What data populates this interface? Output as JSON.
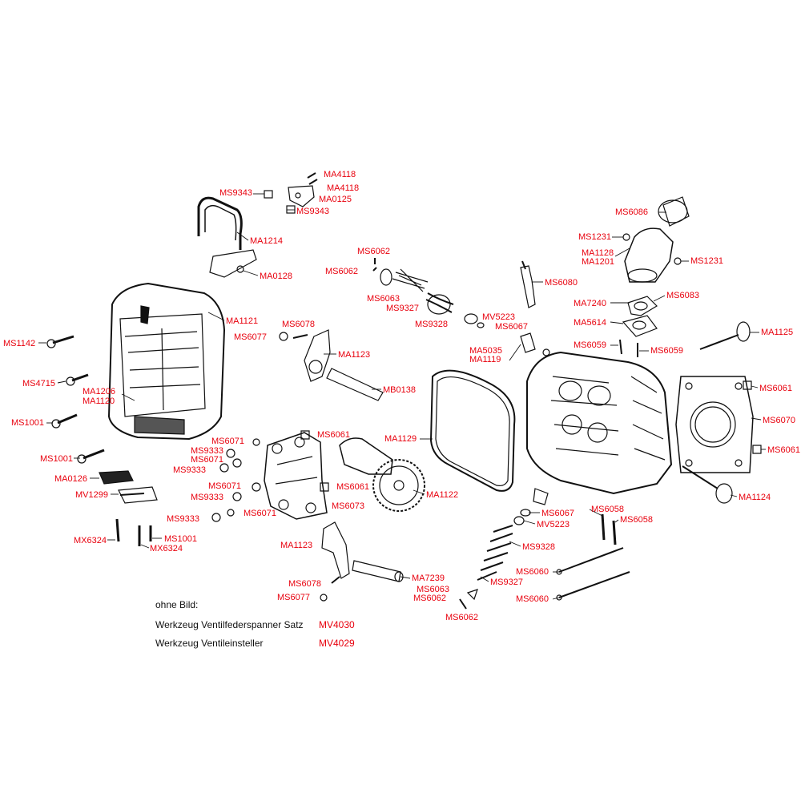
{
  "colors": {
    "label": "#e8000d",
    "line": "#111111",
    "note": "#111111"
  },
  "parts": {
    "ms9343_a": "MS9343",
    "ma4118_a": "MA4118",
    "ma4118_b": "MA4118",
    "ma0125": "MA0125",
    "ms9343_b": "MS9343",
    "ma1214": "MA1214",
    "ma0128": "MA0128",
    "ma1121": "MA1121",
    "ms1142": "MS1142",
    "ms4715": "MS4715",
    "ma1206": "MA1206",
    "ma1120": "MA1120",
    "ms1001_a": "MS1001",
    "ms1001_b": "MS1001",
    "ma0126": "MA0126",
    "mv1299": "MV1299",
    "mx6324_a": "MX6324",
    "ms1001_c": "MS1001",
    "mx6324_b": "MX6324",
    "ms6062_a": "MS6062",
    "ms6062_b": "MS6062",
    "ms6063_a": "MS6063",
    "ms9327_a": "MS9327",
    "ms9328_a": "MS9328",
    "mv5223_a": "MV5223",
    "ms6067_a": "MS6067",
    "ms6078_a": "MS6078",
    "ms6077_a": "MS6077",
    "ma1123_a": "MA1123",
    "mb0138": "MB0138",
    "ms6071_a": "MS6071",
    "ms9333_a": "MS9333",
    "ms6071_b": "MS6071",
    "ms9333_b": "MS9333",
    "ms6061_a": "MS6061",
    "ms6071_c": "MS6071",
    "ms9333_c": "MS9333",
    "ms6061_b": "MS6061",
    "ms6073": "MS6073",
    "ms9333_d": "MS9333",
    "ms6071_d": "MS6071",
    "ma1122": "MA1122",
    "ma1123_b": "MA1123",
    "ma7239": "MA7239",
    "ms6078_b": "MS6078",
    "ms6077_b": "MS6077",
    "ma1129": "MA1129",
    "ma5035": "MA5035",
    "ma1119": "MA1119",
    "ms6080": "MS6080",
    "ms6086": "MS6086",
    "ms1231_a": "MS1231",
    "ma1128": "MA1128",
    "ma1201": "MA1201",
    "ms1231_b": "MS1231",
    "ma7240": "MA7240",
    "ms6083": "MS6083",
    "ma5614": "MA5614",
    "ms6059_a": "MS6059",
    "ms6059_b": "MS6059",
    "ma1125": "MA1125",
    "ms6061_c": "MS6061",
    "ms6070": "MS6070",
    "ms6061_d": "MS6061",
    "ma1124": "MA1124",
    "ms6067_b": "MS6067",
    "ms6058_a": "MS6058",
    "mv5223_b": "MV5223",
    "ms6058_b": "MS6058",
    "ms9328_b": "MS9328",
    "ms9327_b": "MS9327",
    "ms6063_b": "MS6063",
    "ms6062_c": "MS6062",
    "ms6062_d": "MS6062",
    "ms6060_a": "MS6060",
    "ms6060_b": "MS6060"
  },
  "notes": {
    "ohne_bild": "ohne Bild:",
    "tool1_desc": "Werkzeug Ventilfederspanner  Satz",
    "tool1_code": "MV4030",
    "tool2_desc": "Werkzeug Ventileinsteller",
    "tool2_code": "MV4029"
  }
}
